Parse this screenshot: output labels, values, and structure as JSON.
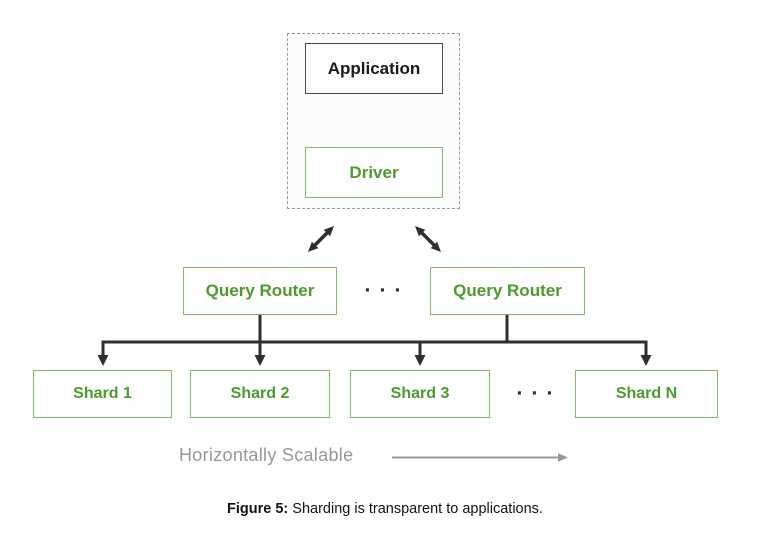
{
  "diagram": {
    "app_tier": {
      "application_label": "Application",
      "driver_label": "Driver"
    },
    "router_tier": {
      "routers": [
        "Query Router",
        "Query Router"
      ],
      "ellipsis": "···"
    },
    "shard_tier": {
      "shards": [
        "Shard 1",
        "Shard 2",
        "Shard 3",
        "Shard N"
      ],
      "ellipsis": "···"
    },
    "scalability_label": "Horizontally Scalable",
    "caption": {
      "prefix": "Figure 5:",
      "text": " Sharding is transparent to applications."
    }
  },
  "colors": {
    "green_text": "#4e9a2e",
    "green_border": "#85b965",
    "dark_border": "#4a4a4a",
    "arrow_dark": "#2e2e2e",
    "gray_text": "#989898",
    "dashed_border": "#9b9b9b",
    "background": "#ffffff"
  }
}
